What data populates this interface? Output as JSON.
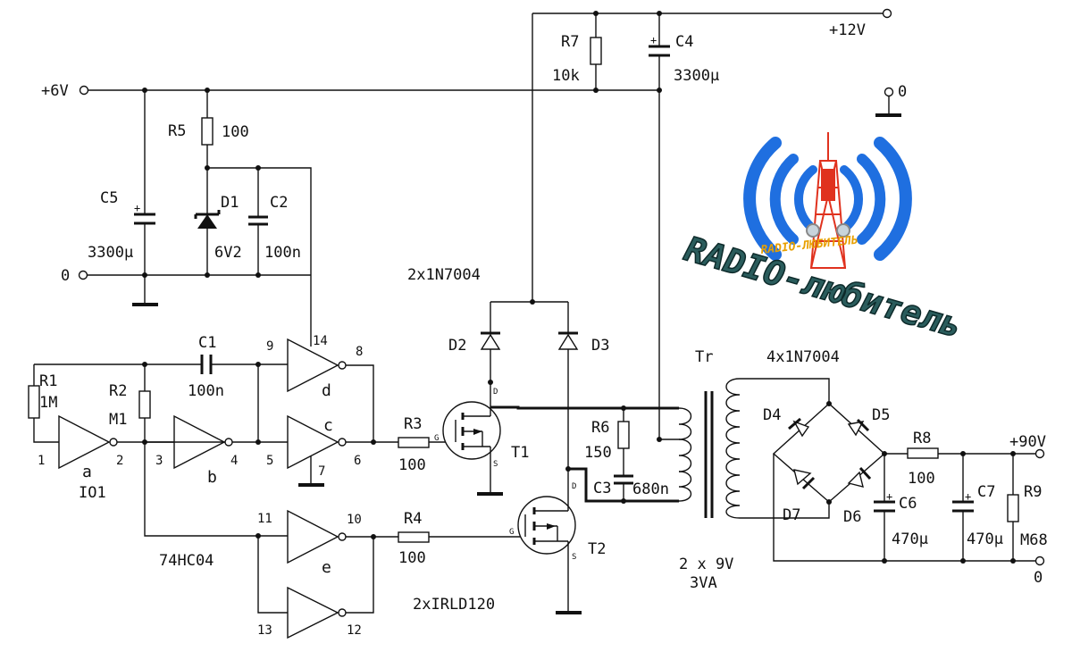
{
  "rails": {
    "v6": "+6V",
    "v12": "+12V",
    "v90": "+90V",
    "zero": "0"
  },
  "resistors": {
    "r1": {
      "name": "R1",
      "value": "1M"
    },
    "r2": {
      "name": "R2",
      "value": "M1"
    },
    "r3": {
      "name": "R3",
      "value": "100"
    },
    "r4": {
      "name": "R4",
      "value": "100"
    },
    "r5": {
      "name": "R5",
      "value": "100"
    },
    "r6": {
      "name": "R6",
      "value": "150"
    },
    "r7": {
      "name": "R7",
      "value": "10k"
    },
    "r8": {
      "name": "R8",
      "value": "100"
    },
    "r9": {
      "name": "R9",
      "value": "M68"
    }
  },
  "capacitors": {
    "c1": {
      "name": "C1",
      "value": "100n"
    },
    "c2": {
      "name": "C2",
      "value": "100n"
    },
    "c3": {
      "name": "C3",
      "value": "680n"
    },
    "c4": {
      "name": "C4",
      "value": "3300µ"
    },
    "c5": {
      "name": "C5",
      "value": "3300µ"
    },
    "c6": {
      "name": "C6",
      "value": "470µ"
    },
    "c7": {
      "name": "C7",
      "value": "470µ"
    }
  },
  "diodes": {
    "d1": {
      "name": "D1",
      "value": "6V2"
    },
    "d2": "D2",
    "d3": "D3",
    "d4": "D4",
    "d5": "D5",
    "d6": "D6",
    "d7": "D7",
    "d23_part": "2x1N7004",
    "bridge_part": "4x1N7004"
  },
  "transistors": {
    "t1": "T1",
    "t2": "T2",
    "part": "2xIRLD120",
    "g": "G",
    "d": "D",
    "s": "S"
  },
  "transformer": {
    "name": "Tr",
    "rating_line1": "2 x 9V",
    "rating_line2": "3VA"
  },
  "ic": {
    "name": "IO1",
    "part": "74HC04"
  },
  "gates": {
    "a": "a",
    "b": "b",
    "c": "c",
    "d": "d",
    "e": "e"
  },
  "pins": {
    "p1": "1",
    "p2": "2",
    "p3": "3",
    "p4": "4",
    "p5": "5",
    "p6": "6",
    "p7": "7",
    "p8": "8",
    "p9": "9",
    "p10": "10",
    "p11": "11",
    "p12": "12",
    "p13": "13",
    "p14": "14"
  },
  "logo": {
    "main": "RADIO-любитель",
    "small": "RADIO-ЛЮБИТЕЛЬ"
  },
  "colors": {
    "ink": "#111111",
    "wave": "#1f6fe0",
    "tower": "#e0321e",
    "logo_text": "#1f4d4d"
  }
}
